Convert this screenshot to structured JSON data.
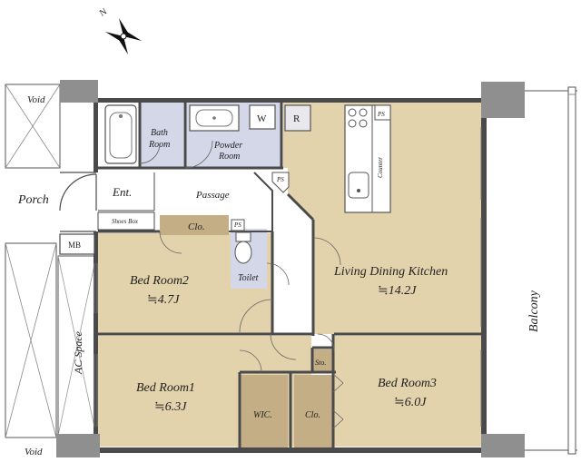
{
  "compass": {
    "north_label": "N"
  },
  "labels": {
    "void_top": "Void",
    "void_bottom": "Void",
    "porch": "Porch",
    "mb": "MB",
    "ac_space": "AC Space",
    "bath_line1": "Bath",
    "bath_line2": "Room",
    "powder_line1": "Powder",
    "powder_line2": "Room",
    "w": "W",
    "r": "R",
    "ps_top": "PS",
    "ps_passage": "PS",
    "ps_toilet": "PS",
    "ent": "Ent.",
    "passage": "Passage",
    "shoes_box": "Shoes Box",
    "clo_top": "Clo.",
    "toilet": "Toilet",
    "counter": "Counter",
    "ldk_name": "Living Dining Kitchen",
    "ldk_size": "≒14.2J",
    "bed2_name": "Bed Room2",
    "bed2_size": "≒4.7J",
    "bed1_name": "Bed Room1",
    "bed1_size": "≒6.3J",
    "bed3_name": "Bed Room3",
    "bed3_size": "≒6.0J",
    "wic": "WIC.",
    "clo_bottom": "Clo.",
    "sto": "Sto.",
    "balcony": "Balcony"
  },
  "colors": {
    "floor_beige": "#e3d3ac",
    "wet_area_blue": "#d3d7e8",
    "storage_brown": "#c4ae86",
    "wall_dark": "#4a4a4a",
    "column_gray": "#8f8f8f"
  }
}
